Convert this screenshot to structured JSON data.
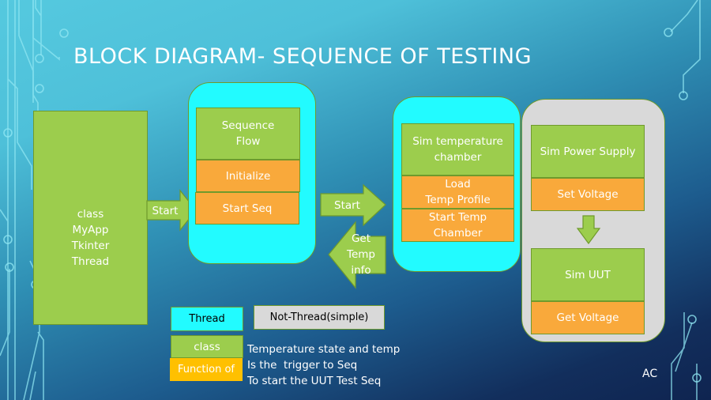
{
  "slide": {
    "title": "BLOCK DIAGRAM- SEQUENCE OF TESTING",
    "footer_initials": "AC"
  },
  "colors": {
    "thread": "#22fbff",
    "class": "#9ccd4d",
    "function": "#f9a93b",
    "not_thread": "#d9d9d9"
  },
  "blocks": {
    "myapp": {
      "lines": [
        "class",
        "MyApp",
        "Tkinter",
        "Thread"
      ]
    },
    "sequence": {
      "class_lines": [
        "Sequence",
        "Flow"
      ],
      "functions": [
        "Initialize",
        "Start Seq"
      ]
    },
    "temp_chamber": {
      "class_lines": [
        "Sim temperature",
        "chamber"
      ],
      "functions": [
        {
          "lines": [
            "Load",
            "Temp Profile"
          ]
        },
        {
          "lines": [
            "Start Temp",
            "Chamber"
          ]
        }
      ]
    },
    "power_supply": {
      "class_label": "Sim Power Supply",
      "function": "Set Voltage"
    },
    "uut": {
      "class_label": "Sim UUT",
      "function": "Get Voltage"
    }
  },
  "arrows": {
    "start_1": "Start",
    "start_2": "Start",
    "get_temp_info": [
      "Get",
      "Temp",
      "info"
    ]
  },
  "legend": {
    "thread": "Thread",
    "not_thread": "Not-Thread(simple)",
    "class": "class",
    "function": "Function of"
  },
  "note": {
    "lines": [
      "Temperature state and temp",
      "Is the  trigger to Seq",
      "To start the UUT Test Seq"
    ]
  }
}
